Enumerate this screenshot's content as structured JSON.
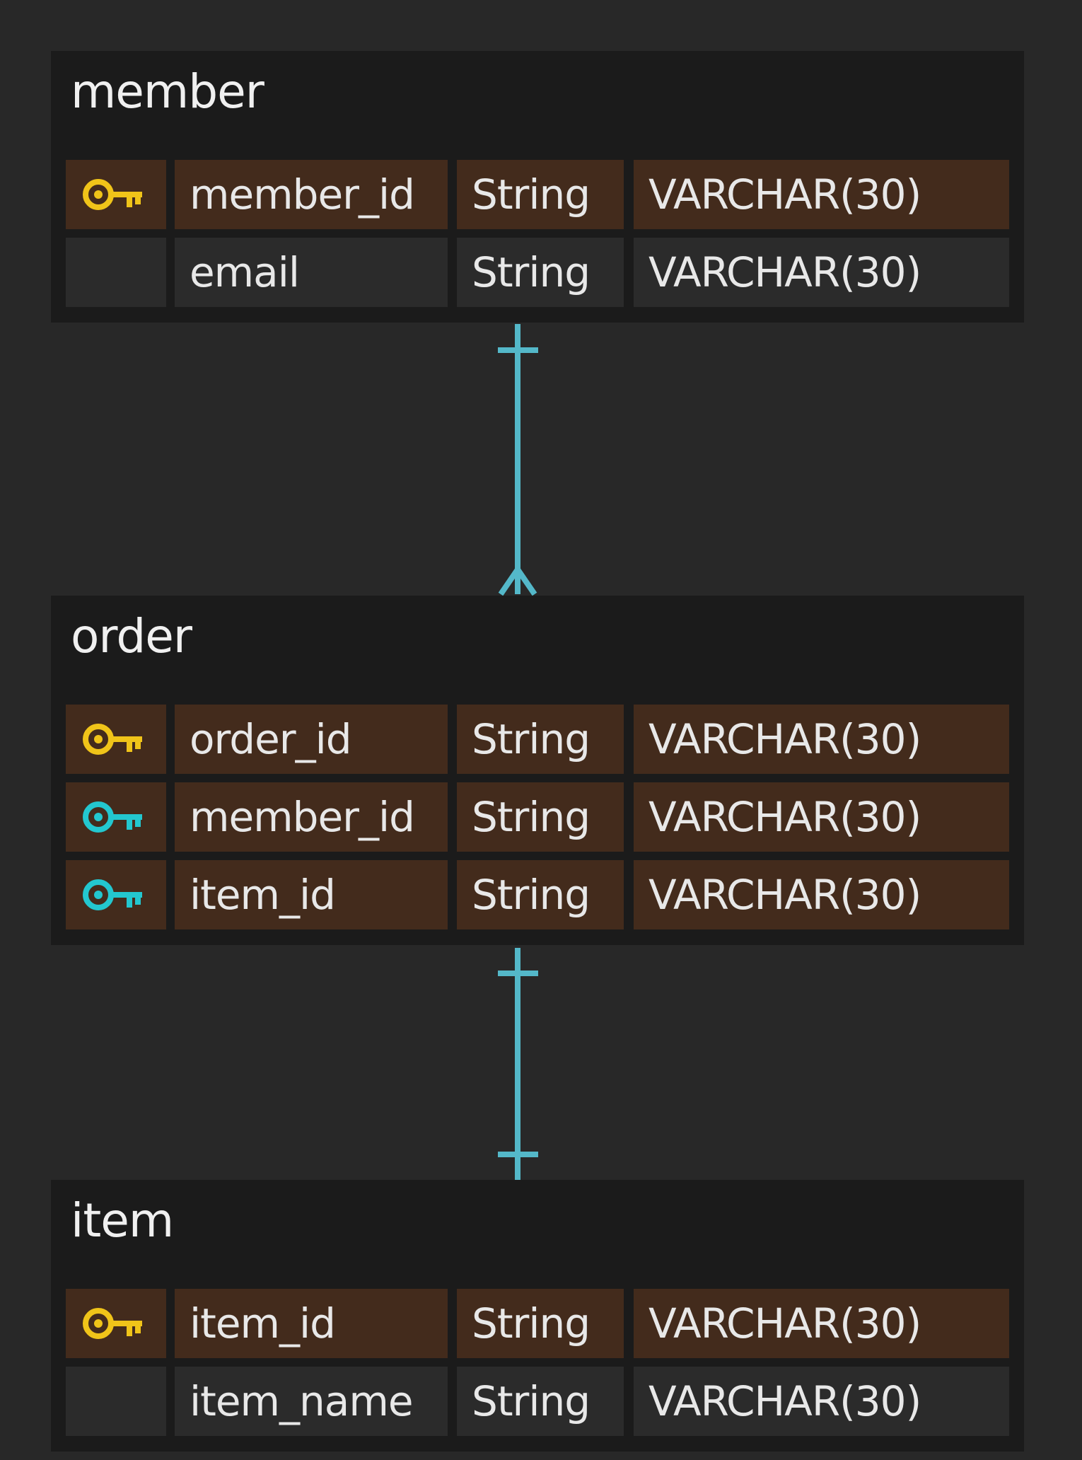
{
  "colors": {
    "background": "#282828",
    "entity_background": "#1b1b1b",
    "key_row": "#432b1c",
    "plain_row": "#2b2b2b",
    "primary_key_icon": "#f0c419",
    "foreign_key_icon": "#23c7cf",
    "connector": "#54b8c9"
  },
  "entities": [
    {
      "name": "member",
      "rows": [
        {
          "key": "primary",
          "icon": "key-icon",
          "name": "member_id",
          "type": "String",
          "db_type": "VARCHAR(30)"
        },
        {
          "key": "none",
          "icon": "",
          "name": "email",
          "type": "String",
          "db_type": "VARCHAR(30)"
        }
      ]
    },
    {
      "name": "order",
      "rows": [
        {
          "key": "primary",
          "icon": "key-icon",
          "name": "order_id",
          "type": "String",
          "db_type": "VARCHAR(30)"
        },
        {
          "key": "foreign",
          "icon": "key-icon",
          "name": "member_id",
          "type": "String",
          "db_type": "VARCHAR(30)"
        },
        {
          "key": "foreign",
          "icon": "key-icon",
          "name": "item_id",
          "type": "String",
          "db_type": "VARCHAR(30)"
        }
      ]
    },
    {
      "name": "item",
      "rows": [
        {
          "key": "primary",
          "icon": "key-icon",
          "name": "item_id",
          "type": "String",
          "db_type": "VARCHAR(30)"
        },
        {
          "key": "none",
          "icon": "",
          "name": "item_name",
          "type": "String",
          "db_type": "VARCHAR(30)"
        }
      ]
    }
  ],
  "relationships": [
    {
      "from": "member",
      "to": "order",
      "from_cardinality": "one",
      "to_cardinality": "many"
    },
    {
      "from": "order",
      "to": "item",
      "from_cardinality": "one",
      "to_cardinality": "one"
    }
  ]
}
